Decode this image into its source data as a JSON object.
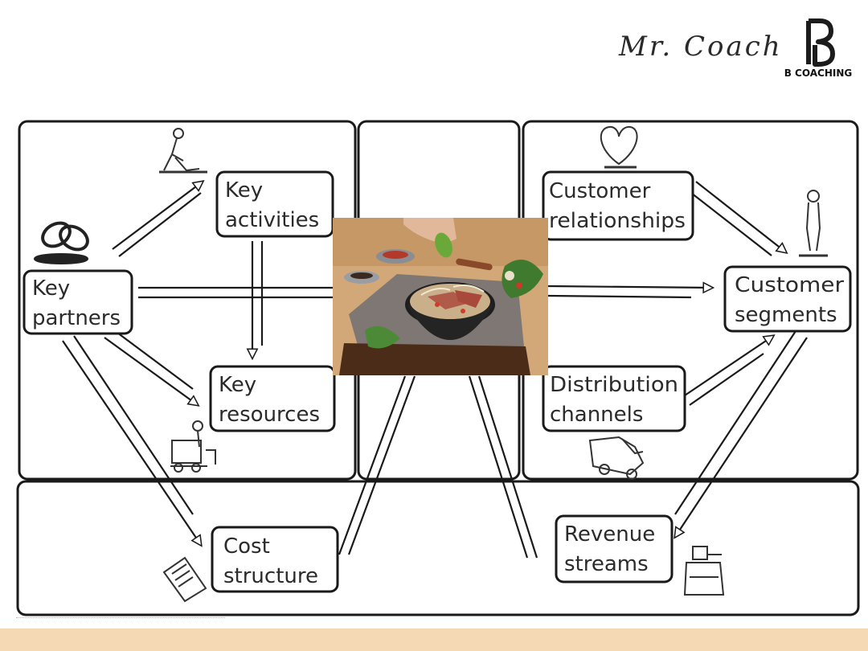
{
  "brand": {
    "script_text": "Mr. Coach",
    "logo_letter": "B",
    "name": "B COACHING",
    "accent_color": "#1c1c1c"
  },
  "canvas_blocks": [
    {
      "id": "key-partners",
      "lines": [
        "Key",
        "partners"
      ]
    },
    {
      "id": "key-activities",
      "lines": [
        "Key",
        "activities"
      ]
    },
    {
      "id": "key-resources",
      "lines": [
        "Key",
        "resources"
      ]
    },
    {
      "id": "customer-relationships",
      "lines": [
        "Customer",
        "relationships"
      ]
    },
    {
      "id": "customer-segments",
      "lines": [
        "Customer",
        "segments"
      ]
    },
    {
      "id": "distribution-channels",
      "lines": [
        "Distribution",
        "channels"
      ]
    },
    {
      "id": "cost-structure",
      "lines": [
        "Cost",
        "structure"
      ]
    },
    {
      "id": "revenue-streams",
      "lines": [
        "Revenue",
        "streams"
      ]
    }
  ],
  "sketch_icons": [
    "worker-icon",
    "chain-links-icon",
    "heart-icon",
    "person-icon",
    "forklift-icon",
    "truck-icon",
    "receipt-icon",
    "cash-register-icon"
  ],
  "photo": {
    "subject": "pho-noodle-soup-photo"
  },
  "colors": {
    "footer": "#f5d9b4",
    "line": "#1a1a1a",
    "text": "#2b2b2b"
  }
}
